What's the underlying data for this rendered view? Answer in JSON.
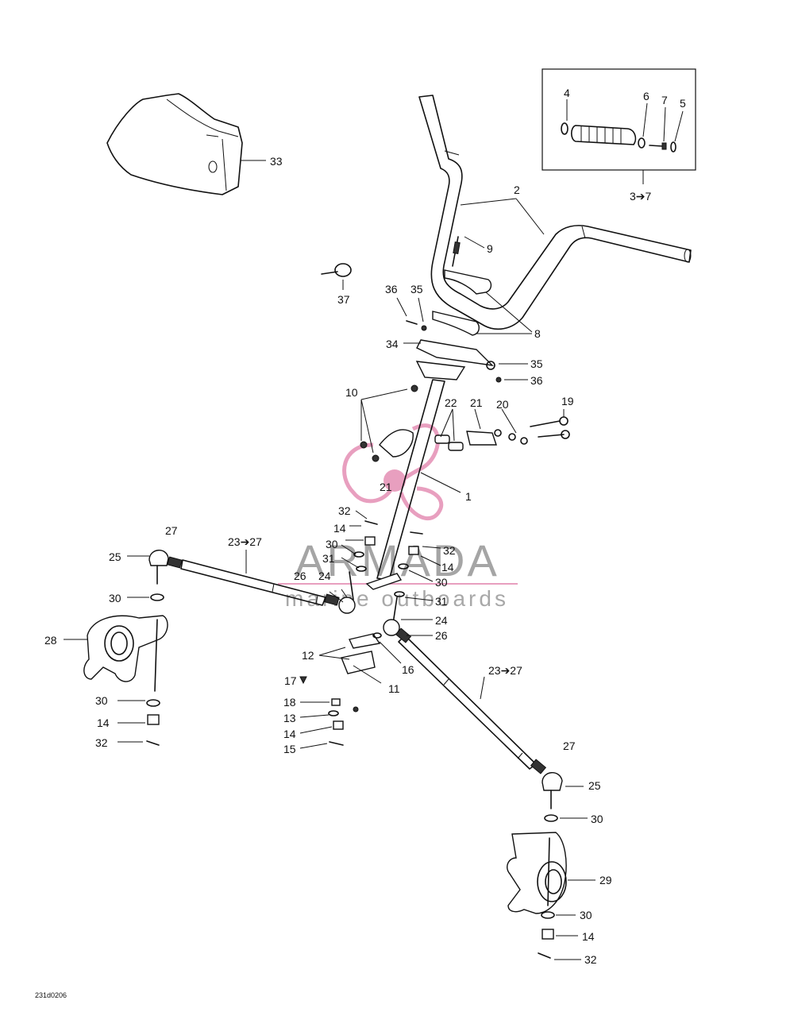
{
  "diagram": {
    "reference_code": "231d0206",
    "watermark": {
      "brand": "ARMADA",
      "tagline": "marine outboards",
      "color": "#e58fb4"
    },
    "inset_box": {
      "labels": [
        "4",
        "6",
        "7",
        "5"
      ],
      "caption": "3➔7"
    },
    "callouts": {
      "c1": "1",
      "c2": "2",
      "c8": "8",
      "c9": "9",
      "c10": "10",
      "c11": "11",
      "c12": "12",
      "c13": "13",
      "c14a": "14",
      "c14b": "14",
      "c14c": "14",
      "c14d": "14",
      "c14e": "14",
      "c15": "15",
      "c16": "16",
      "c17": "17",
      "c18": "18",
      "c19": "19",
      "c20": "20",
      "c21a": "21",
      "c21b": "21",
      "c22": "22",
      "c23a": "23➔27",
      "c23b": "23➔27",
      "c24a": "24",
      "c24b": "24",
      "c25a": "25",
      "c25b": "25",
      "c26a": "26",
      "c26b": "26",
      "c27a": "27",
      "c27b": "27",
      "c28": "28",
      "c29": "29",
      "c30a": "30",
      "c30b": "30",
      "c30c": "30",
      "c30d": "30",
      "c30e": "30",
      "c30f": "30",
      "c31a": "31",
      "c31b": "31",
      "c32a": "32",
      "c32b": "32",
      "c32c": "32",
      "c32d": "32",
      "c33": "33",
      "c34": "34",
      "c35a": "35",
      "c35b": "35",
      "c36a": "36",
      "c36b": "36",
      "c37": "37"
    }
  }
}
